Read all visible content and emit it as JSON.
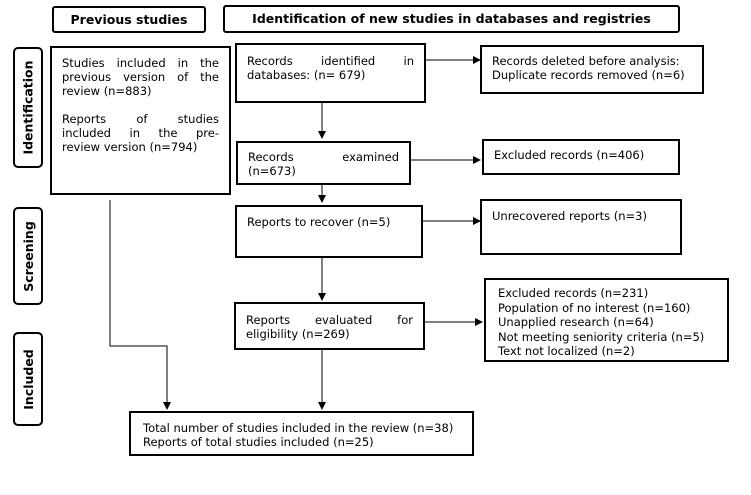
{
  "headers": {
    "previous": "Previous studies",
    "new": "Identification of new studies in databases and registries"
  },
  "phases": {
    "identification": "Identification",
    "screening": "Screening",
    "included": "Included"
  },
  "previous_box": {
    "studies_l1": "Studies included in the",
    "studies_l2": "previous version of the",
    "studies_l3": "review (n=883)",
    "reports_l1": "Reports of studies",
    "reports_l2": "included in the pre-",
    "reports_l3": "review version (n=794)"
  },
  "records_identified": {
    "l1": "Records identified in",
    "l2": "databases: (n= 679)"
  },
  "records_deleted": {
    "l1": "Records deleted before analysis:",
    "l2": "Duplicate records removed (n=6)"
  },
  "records_examined": {
    "l1": "Records examined",
    "l2": "(n=673)"
  },
  "excluded_records": {
    "text": "Excluded records (n=406)"
  },
  "reports_recover": {
    "text": "Reports to recover (n=5)"
  },
  "unrecovered": {
    "text": "Unrecovered reports (n=3)"
  },
  "reports_evaluated": {
    "l1": "Reports evaluated for",
    "l2": "eligibility (n=269)"
  },
  "excluded_reports": {
    "items": [
      "Excluded records (n=231)",
      "Population of no interest (n=160)",
      "Unapplied research (n=64)",
      "Not meeting seniority criteria (n=5)",
      "Text not localized (n=2)"
    ]
  },
  "total": {
    "l1": "Total number of studies included in the review (n=38)",
    "l2": "Reports of total studies included (n=25)"
  }
}
